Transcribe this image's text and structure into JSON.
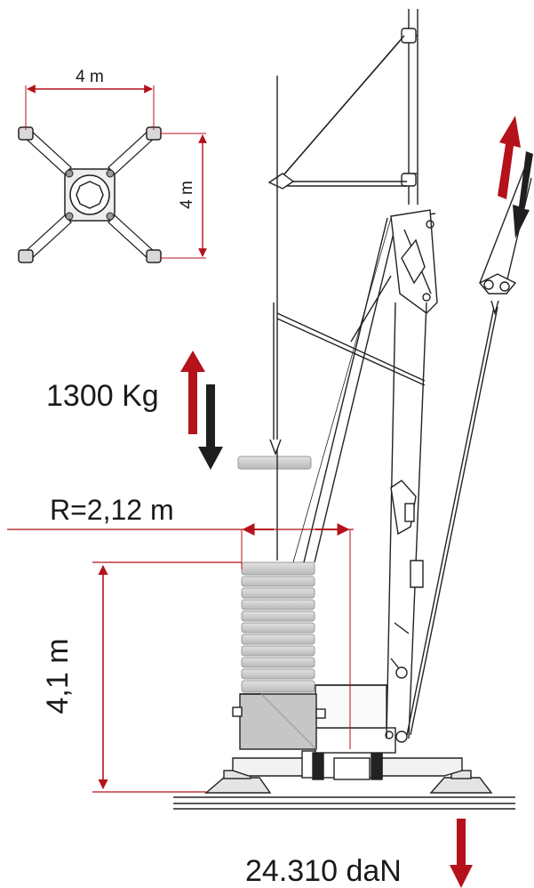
{
  "labels": {
    "base_width": "4 m",
    "base_depth": "4 m",
    "load": "1300 Kg",
    "radius": "R=2,12 m",
    "height": "4,1 m",
    "ground_force": "24.310 daN"
  },
  "colors": {
    "accent_red": "#b5121b",
    "arrow_dark": "#1f1f1f",
    "counterweight": "#c8c8c8",
    "line": "#222222"
  }
}
